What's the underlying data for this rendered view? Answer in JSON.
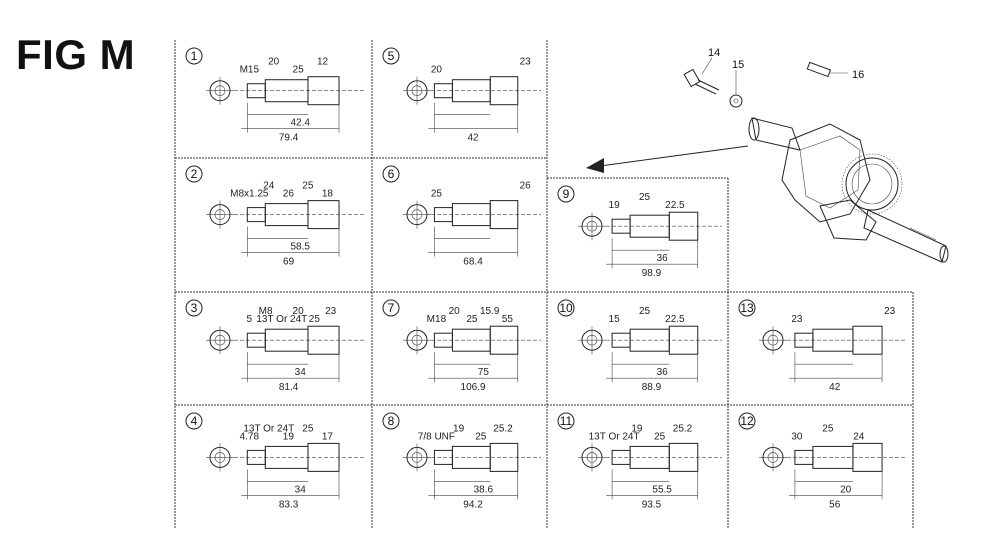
{
  "figure": {
    "title": "FIG M"
  },
  "cells": [
    {
      "id": "1",
      "labels": [
        "M15",
        "20",
        "25",
        "12",
        "42.4",
        "79.4"
      ]
    },
    {
      "id": "2",
      "labels": [
        "M8x1.25",
        "24",
        "26",
        "25",
        "18",
        "58.5",
        "69"
      ]
    },
    {
      "id": "3",
      "labels": [
        "5",
        "M8",
        "13T Or 24T",
        "20",
        "25",
        "23",
        "34",
        "81.4"
      ]
    },
    {
      "id": "4",
      "labels": [
        "4.78",
        "13T Or 24T",
        "19",
        "25",
        "17",
        "34",
        "83.3"
      ]
    },
    {
      "id": "5",
      "labels": [
        "20",
        "23",
        "42"
      ]
    },
    {
      "id": "6",
      "labels": [
        "25",
        "26",
        "68.4"
      ]
    },
    {
      "id": "7",
      "labels": [
        "M18",
        "20",
        "25",
        "15.9",
        "55",
        "75",
        "106.9"
      ]
    },
    {
      "id": "8",
      "labels": [
        "7/8 UNF",
        "19",
        "25",
        "25.2",
        "38.6",
        "94.2"
      ]
    },
    {
      "id": "9",
      "labels": [
        "19",
        "25",
        "22.5",
        "36",
        "98.9"
      ]
    },
    {
      "id": "10",
      "labels": [
        "15",
        "25",
        "22.5",
        "36",
        "88.9"
      ]
    },
    {
      "id": "11",
      "labels": [
        "13T Or 24T",
        "19",
        "25",
        "25.2",
        "55.5",
        "93.5"
      ]
    },
    {
      "id": "12",
      "labels": [
        "30",
        "25",
        "24",
        "20",
        "56"
      ]
    },
    {
      "id": "13",
      "labels": [
        "23",
        "23",
        "42"
      ]
    }
  ],
  "callouts": [
    "14",
    "15",
    "16"
  ]
}
